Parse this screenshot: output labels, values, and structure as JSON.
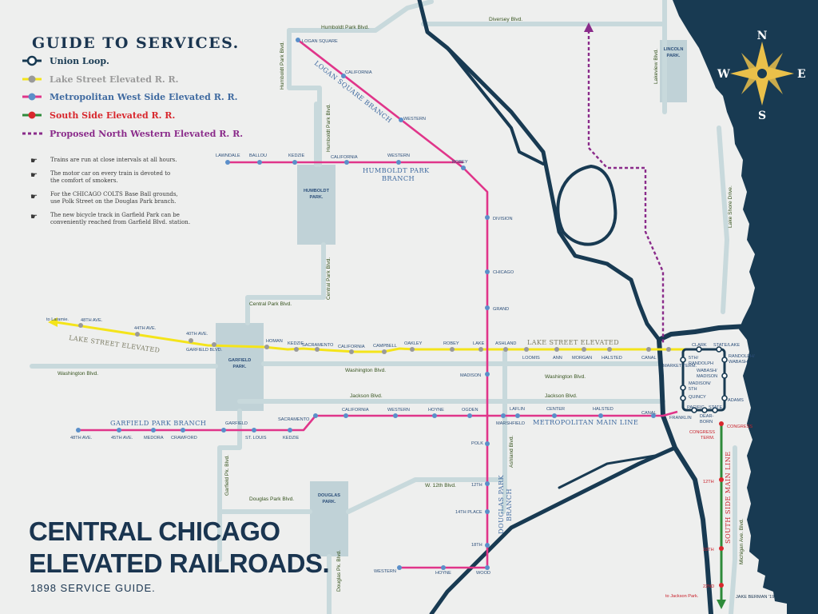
{
  "colors": {
    "background": "#eeefee",
    "lake": "#183a52",
    "river": "#183a52",
    "street": "#c8d9dc",
    "park": "#c0d2d7",
    "union_loop": "#183a52",
    "lake_street": "#f4e41a",
    "met_west_side": "#e0358a",
    "south_side": "#2e8b3a",
    "south_side_station": "#d8282e",
    "north_western": "#8a2b8a",
    "station_dot": "#5b8fc9",
    "title": "#1a3550"
  },
  "guide": {
    "heading": "GUIDE TO SERVICES.",
    "legend": [
      {
        "label": "Union Loop.",
        "color": "#183a52",
        "style": "loop"
      },
      {
        "label": "Lake Street Elevated R. R.",
        "color": "#9a9a9a",
        "style": "yellow"
      },
      {
        "label": "Metropolitan West Side Elevated R. R.",
        "color": "#3f6aa0",
        "style": "pink"
      },
      {
        "label": "South Side Elevated R. R.",
        "color": "#d8282e",
        "style": "green"
      },
      {
        "label": "Proposed North Western Elevated R. R.",
        "color": "#8a2b8a",
        "style": "dashed"
      }
    ],
    "notes": [
      [
        "Trains are run at close intervals at all hours."
      ],
      [
        "The motor car on every train is devoted to",
        "the comfort of smokers."
      ],
      [
        "For the CHICAGO COLTS Base Ball grounds,",
        "use Polk Street on the Douglas Park branch."
      ],
      [
        "The new bicycle track in Garfield Park can be",
        "conveniently reached from Garfield Blvd. station."
      ]
    ]
  },
  "title": {
    "line1": "CENTRAL CHICAGO",
    "line2": "ELEVATED RAILROADS.",
    "subtitle": "1898 SERVICE GUIDE."
  },
  "compass": {
    "n": "N",
    "s": "S",
    "e": "E",
    "w": "W"
  },
  "credit": "JAKE BERMAN '19",
  "streets": {
    "humboldt_park_blvd_top": "Humboldt Park Blvd.",
    "humboldt_park_blvd_v": "Humboldt Park Blvd.",
    "humboldt_park_blvd_v2": "Humboldt Park Blvd.",
    "diversey": "Diversey Blvd.",
    "lakeview": "Lakeview Blvd.",
    "lake_shore": "Lake Shore Drive.",
    "central_park_blvd_v": "Central Park Blvd.",
    "central_park_blvd_h": "Central Park Blvd.",
    "washington_w": "Washington Blvd.",
    "washington_c": "Washington Blvd.",
    "washington_e": "Washington Blvd.",
    "jackson_c": "Jackson Blvd.",
    "jackson_e": "Jackson Blvd.",
    "garfield_pk_blvd": "Garfield Pk. Blvd.",
    "douglas_park_blvd": "Douglas Park Blvd.",
    "douglas_pk_blvd_v": "Douglas Pk. Blvd.",
    "w12th": "W. 12th Blvd.",
    "ashland": "Ashland Blvd.",
    "michigan": "Michigan Ave. Blvd."
  },
  "parks": {
    "lincoln": [
      "LINCOLN",
      "PARK."
    ],
    "humboldt": [
      "HUMBOLDT",
      "PARK."
    ],
    "garfield": [
      "GARFIELD",
      "PARK."
    ],
    "douglas": [
      "DOUGLAS",
      "PARK."
    ]
  },
  "branch_labels": {
    "logan_square": "LOGAN SQUARE BRANCH",
    "humboldt_park": [
      "HUMBOLDT PARK",
      "BRANCH"
    ],
    "lake_street_e": "LAKE STREET ELEVATED",
    "lake_street_w": "LAKE STREET ELEVATED",
    "garfield_park": "GARFIELD PARK BRANCH",
    "metropolitan": "METROPOLITAN MAIN LINE",
    "douglas_park": [
      "DOUGLAS PARK",
      "BRANCH"
    ],
    "south_side": "SOUTH SIDE MAIN LINE"
  },
  "stations": {
    "logan_square": [
      "LOGAN SQUARE",
      "CALIFORNIA",
      "WESTERN",
      "ROBEY"
    ],
    "humboldt": [
      "LAWNDALE",
      "BALLOU",
      "KEDZIE",
      "CALIFORNIA",
      "WESTERN"
    ],
    "douglas_north": [
      "DIVISION",
      "CHICAGO",
      "GRAND",
      "MADISON",
      "POLK",
      "12TH",
      "14TH PLACE",
      "18TH"
    ],
    "douglas_south": [
      "WESTERN",
      "HOYNE",
      "WOOD"
    ],
    "lake_street": [
      "to Laramie.",
      "48TH AVE.",
      "44TH AVE.",
      "40TH AVE.",
      "GARFIELD BLVD.",
      "HOMAN",
      "KEDZIE",
      "SACRAMENTO",
      "CALIFORNIA",
      "CAMPBELL",
      "OAKLEY",
      "ROBEY",
      "LAKE",
      "ASHLAND",
      "LOOMIS",
      "ANN",
      "MORGAN",
      "HALSTED",
      "CANAL",
      "MARKET TERM."
    ],
    "garfield": [
      "48TH AVE.",
      "45TH AVE.",
      "MEDORA",
      "CRAWFORD",
      "GARFIELD",
      "ST. LOUIS",
      "KEDZIE",
      "SACRAMENTO"
    ],
    "metropolitan": [
      "CALIFORNIA",
      "WESTERN",
      "HOYNE",
      "OGDEN",
      "LAFLIN",
      "MARSHFIELD",
      "CENTER",
      "HALSTED",
      "CANAL",
      "FRANKLIN"
    ],
    "loop": [
      "CLARK",
      "STATE/LAKE",
      "RANDOLPH/ WABASH",
      "5TH/ RANDOLPH",
      "WABASH/ MADISON",
      "MADISON/ 5TH",
      "QUINCY",
      "ADAMS",
      "PACIFIC",
      "STATE",
      "DEAR- BORN"
    ],
    "south_side": [
      "CONGRESS",
      "CONGRESS TERM.",
      "12TH",
      "18TH",
      "22ND",
      "to Jackson Park."
    ]
  }
}
